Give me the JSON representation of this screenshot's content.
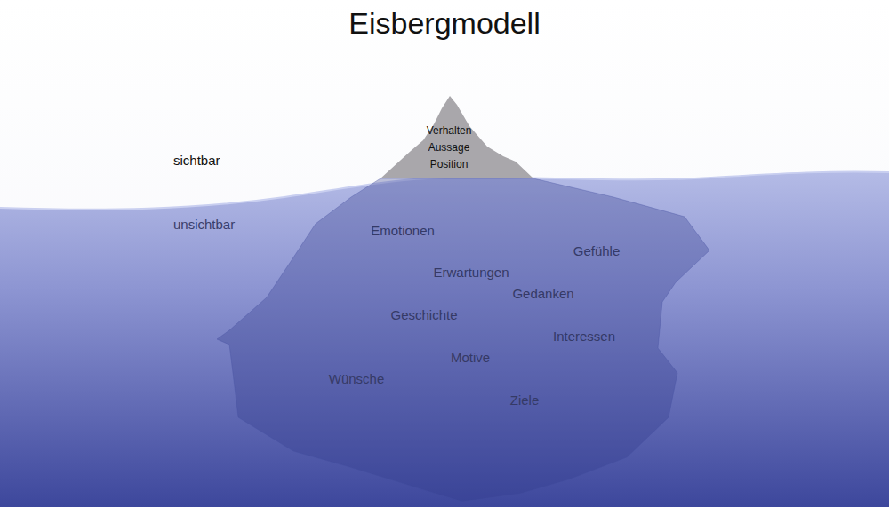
{
  "diagram": {
    "title": "Eisbergmodell",
    "nodes": [
      {
        "text": [
          "Verhalten",
          "Aussage",
          "Position"
        ]
      },
      {
        "text": [
          "Emotionen",
          "Gefühle",
          "Erwartungen",
          "Gedanken",
          "Geschichte",
          "Interessen",
          "Motive",
          "Wünsche",
          "Ziele"
        ]
      }
    ],
    "labels": [
      "sichtbar",
      "unsichtbar"
    ]
  }
}
